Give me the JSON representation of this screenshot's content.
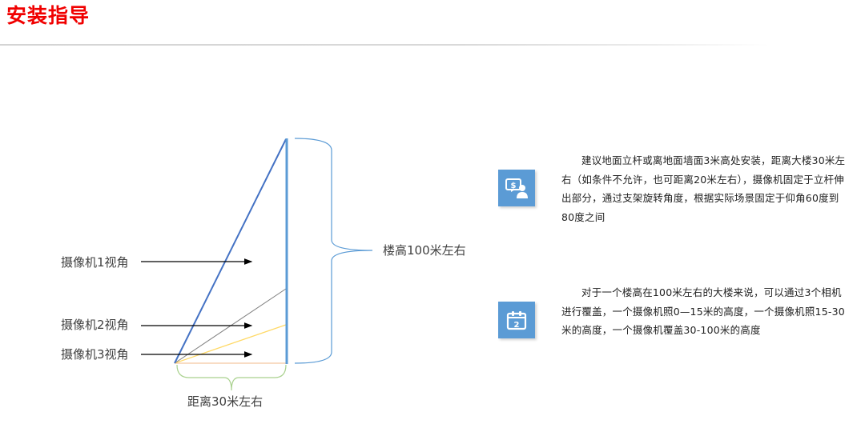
{
  "page": {
    "title": "安装指导",
    "title_color": "#f00000"
  },
  "diagram": {
    "camera_labels": [
      {
        "label": "摄像机1视角"
      },
      {
        "label": "摄像机2视角"
      },
      {
        "label": "摄像机3视角"
      }
    ],
    "building_height_label": "楼高100米左右",
    "distance_label": "距离30米左右",
    "colors": {
      "building": "#5b9bd5",
      "camera1_line": "#4472c4",
      "camera2_line": "#7f7f7f",
      "camera3_line": "#ffd966",
      "ground_line": "#f4c7a1",
      "height_brace": "#5b9bd5",
      "distance_brace": "#a9d18e",
      "arrow": "#000000"
    }
  },
  "info_blocks": [
    {
      "icon": "monitor-dollar-user-icon",
      "text": "建议地面立杆或离地面墙面3米高处安装，距离大楼30米左右（如条件不允许，也可距离20米左右），摄像机固定于立杆伸出部分，通过支架旋转角度，根据实际场景固定于仰角60度到80度之间"
    },
    {
      "icon": "calendar-icon",
      "icon_number": "2",
      "text": "对于一个楼高在100米左右的大楼来说，可以通过3个相机进行覆盖，一个摄像机照0—15米的高度，一个摄像机照15-30米的高度，一个摄像机覆盖30-100米的高度"
    }
  ],
  "accent_color": "#5b9bd5"
}
